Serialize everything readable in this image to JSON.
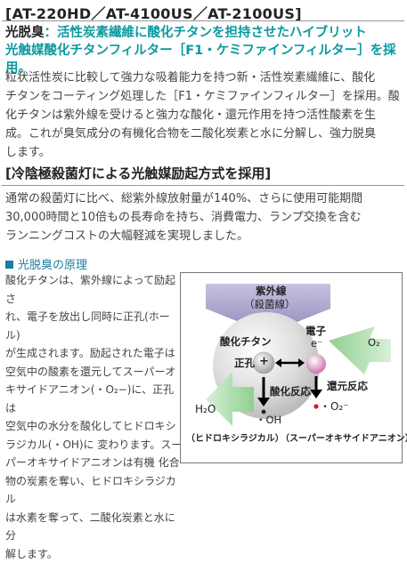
{
  "models_title": "[AT-220HD／AT-4100US／AT-2100US]",
  "headline": {
    "prefix": "光脱臭",
    "line1_rest": "：活性炭素繊維に酸化チタンを担持させたハイブリット",
    "line2": "光触媒酸化チタンフィルター［F1・ケミファインフィルター］を採用。"
  },
  "paragraph1": [
    "粒状活性炭に比較して強力な吸着能力を持つ新・活性炭素繊維に、酸化",
    "チタンをコーティング処理した［F1・ケミファインフィルター］を採用。酸",
    "化チタンは紫外線を受けると強力な酸化・還元作用を持つ活性酸素を生",
    "成。これが臭気成分の有機化合物を二酸化炭素と水に分解し、強力脱臭",
    "します。"
  ],
  "heading2": "[冷陰極殺菌灯による光触媒励起方式を採用]",
  "paragraph2": [
    "通常の殺菌灯に比べ、総紫外線放射量が140%、さらに使用可能期間",
    "30,000時間と10倍もの長寿命を持ち、消費電力、ランプ交換を含む",
    "ランニングコストの大幅軽減を実現しました。"
  ],
  "principle_heading": "光脱臭の原理",
  "principle_text": [
    "酸化チタンは、紫外線によって励起さ",
    "れ、電子を放出し同時に正孔(ホール)",
    "が生成されます。励起された電子は",
    "空気中の酸素を還元してスーパーオ",
    "キサイドアニオン(・O₂−)に、正孔は",
    "空気中の水分を酸化してヒドロキシ",
    "ラジカル(・OH)に 変わります。スー",
    "パーオキサイドアニオンは有機 化合",
    "物の炭素を奪い、ヒドロキシラジカル",
    "は水素を奪って、二酸化炭素と水に分",
    "解します。"
  ],
  "diagram": {
    "uv_line1": "紫外線",
    "uv_line2": "（殺菌線）",
    "titanium": "酸化チタン",
    "hole": "正孔",
    "plus": "+",
    "electron_label": "電子",
    "electron_symbol": "e⁻",
    "o2": "O₂",
    "reduction": "還元反応",
    "oxidation": "酸化反応",
    "h2o": "H₂O",
    "oh": "・OH",
    "superoxide": "・O₂⁻",
    "hydroxyl_name": "（ヒドロキシラジカル）",
    "superoxide_name": "（スーパーオキサイドアニオン）"
  }
}
